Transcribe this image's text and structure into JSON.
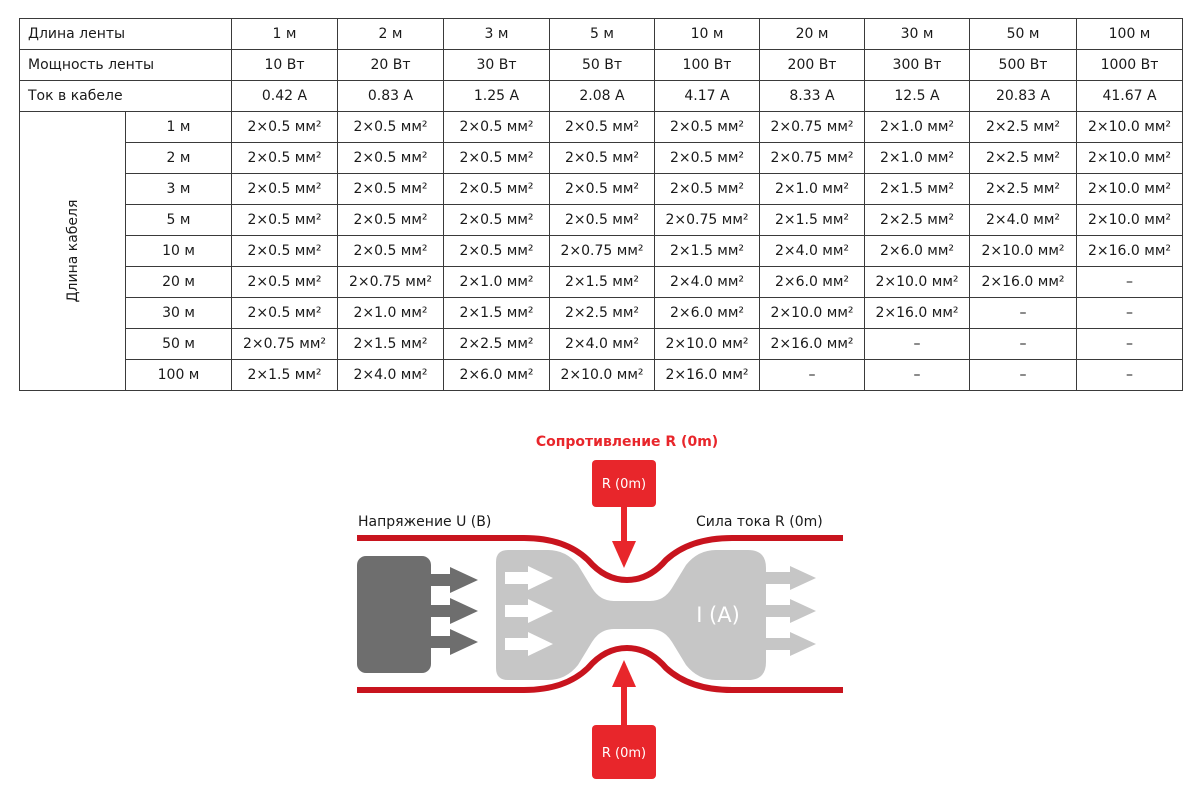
{
  "table": {
    "header_rows": [
      {
        "label": "Длина ленты",
        "values": [
          "1 м",
          "2 м",
          "3 м",
          "5 м",
          "10 м",
          "20 м",
          "30 м",
          "50 м",
          "100 м"
        ]
      },
      {
        "label": "Мощность ленты",
        "values": [
          "10 Вт",
          "20 Вт",
          "30 Вт",
          "50 Вт",
          "100 Вт",
          "200 Вт",
          "300 Вт",
          "500 Вт",
          "1000 Вт"
        ]
      },
      {
        "label": "Ток в кабеле",
        "values": [
          "0.42 А",
          "0.83 А",
          "1.25 А",
          "2.08 А",
          "4.17 А",
          "8.33 А",
          "12.5 А",
          "20.83 А",
          "41.67 А"
        ]
      }
    ],
    "cable_length_label": "Длина кабеля",
    "rows": [
      {
        "length": "1 м",
        "values": [
          "2×0.5 мм²",
          "2×0.5 мм²",
          "2×0.5 мм²",
          "2×0.5 мм²",
          "2×0.5 мм²",
          "2×0.75 мм²",
          "2×1.0 мм²",
          "2×2.5 мм²",
          "2×10.0 мм²"
        ]
      },
      {
        "length": "2 м",
        "values": [
          "2×0.5 мм²",
          "2×0.5 мм²",
          "2×0.5 мм²",
          "2×0.5 мм²",
          "2×0.5 мм²",
          "2×0.75 мм²",
          "2×1.0 мм²",
          "2×2.5 мм²",
          "2×10.0 мм²"
        ]
      },
      {
        "length": "3 м",
        "values": [
          "2×0.5 мм²",
          "2×0.5 мм²",
          "2×0.5 мм²",
          "2×0.5 мм²",
          "2×0.5 мм²",
          "2×1.0 мм²",
          "2×1.5 мм²",
          "2×2.5 мм²",
          "2×10.0 мм²"
        ]
      },
      {
        "length": "5 м",
        "values": [
          "2×0.5 мм²",
          "2×0.5 мм²",
          "2×0.5 мм²",
          "2×0.5 мм²",
          "2×0.75 мм²",
          "2×1.5 мм²",
          "2×2.5 мм²",
          "2×4.0 мм²",
          "2×10.0 мм²"
        ]
      },
      {
        "length": "10 м",
        "values": [
          "2×0.5 мм²",
          "2×0.5 мм²",
          "2×0.5 мм²",
          "2×0.75 мм²",
          "2×1.5 мм²",
          "2×4.0 мм²",
          "2×6.0 мм²",
          "2×10.0 мм²",
          "2×16.0 мм²"
        ]
      },
      {
        "length": "20 м",
        "values": [
          "2×0.5 мм²",
          "2×0.75 мм²",
          "2×1.0 мм²",
          "2×1.5 мм²",
          "2×4.0 мм²",
          "2×6.0 мм²",
          "2×10.0 мм²",
          "2×16.0 мм²",
          "–"
        ]
      },
      {
        "length": "30 м",
        "values": [
          "2×0.5 мм²",
          "2×1.0 мм²",
          "2×1.5 мм²",
          "2×2.5 мм²",
          "2×6.0 мм²",
          "2×10.0 мм²",
          "2×16.0 мм²",
          "–",
          "–"
        ]
      },
      {
        "length": "50 м",
        "values": [
          "2×0.75 мм²",
          "2×1.5 мм²",
          "2×2.5 мм²",
          "2×4.0 мм²",
          "2×10.0 мм²",
          "2×16.0 мм²",
          "–",
          "–",
          "–"
        ]
      },
      {
        "length": "100 м",
        "values": [
          "2×1.5 мм²",
          "2×4.0 мм²",
          "2×6.0 мм²",
          "2×10.0 мм²",
          "2×16.0 мм²",
          "–",
          "–",
          "–",
          "–"
        ]
      }
    ]
  },
  "diagram": {
    "title": "Сопротивление R (0m)",
    "resistance_top": "R (0m)",
    "resistance_bottom": "R (0m)",
    "voltage_label": "Напряжение U (B)",
    "current_label": "Сила тока R (0m)",
    "current_symbol": "I (A)",
    "colors": {
      "accent_red": "#e8262b",
      "wire_red": "#c8141e",
      "source_gray": "#6e6e6e",
      "flow_gray": "#c6c6c6"
    }
  }
}
